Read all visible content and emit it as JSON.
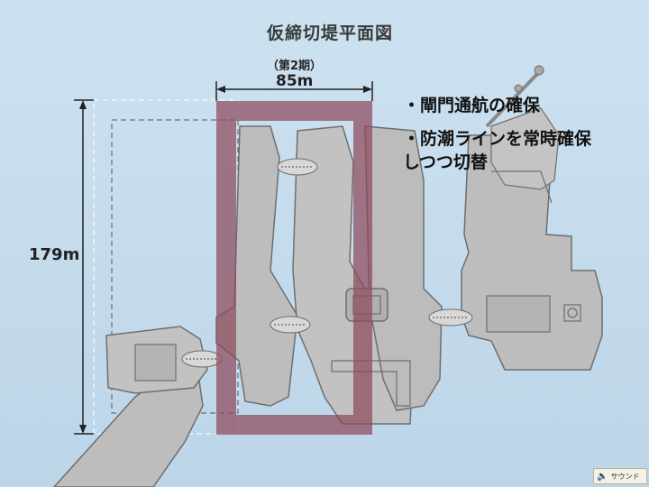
{
  "title": "仮締切堤平面図",
  "phase": "（第2期）",
  "width_label": "85m",
  "height_label": "179m",
  "notes": [
    "・閘門通航の確保",
    "・防潮ラインを常時確保",
    "しつつ切替"
  ],
  "sound_button": {
    "label": "サウンド",
    "icon": "speaker-icon"
  },
  "colors": {
    "water": "#c9dfee",
    "structure": "#bdbdbd",
    "structure_outline": "#6e6e6e",
    "cofferdam": "#8e4a5c",
    "dimension_line": "#222222"
  }
}
